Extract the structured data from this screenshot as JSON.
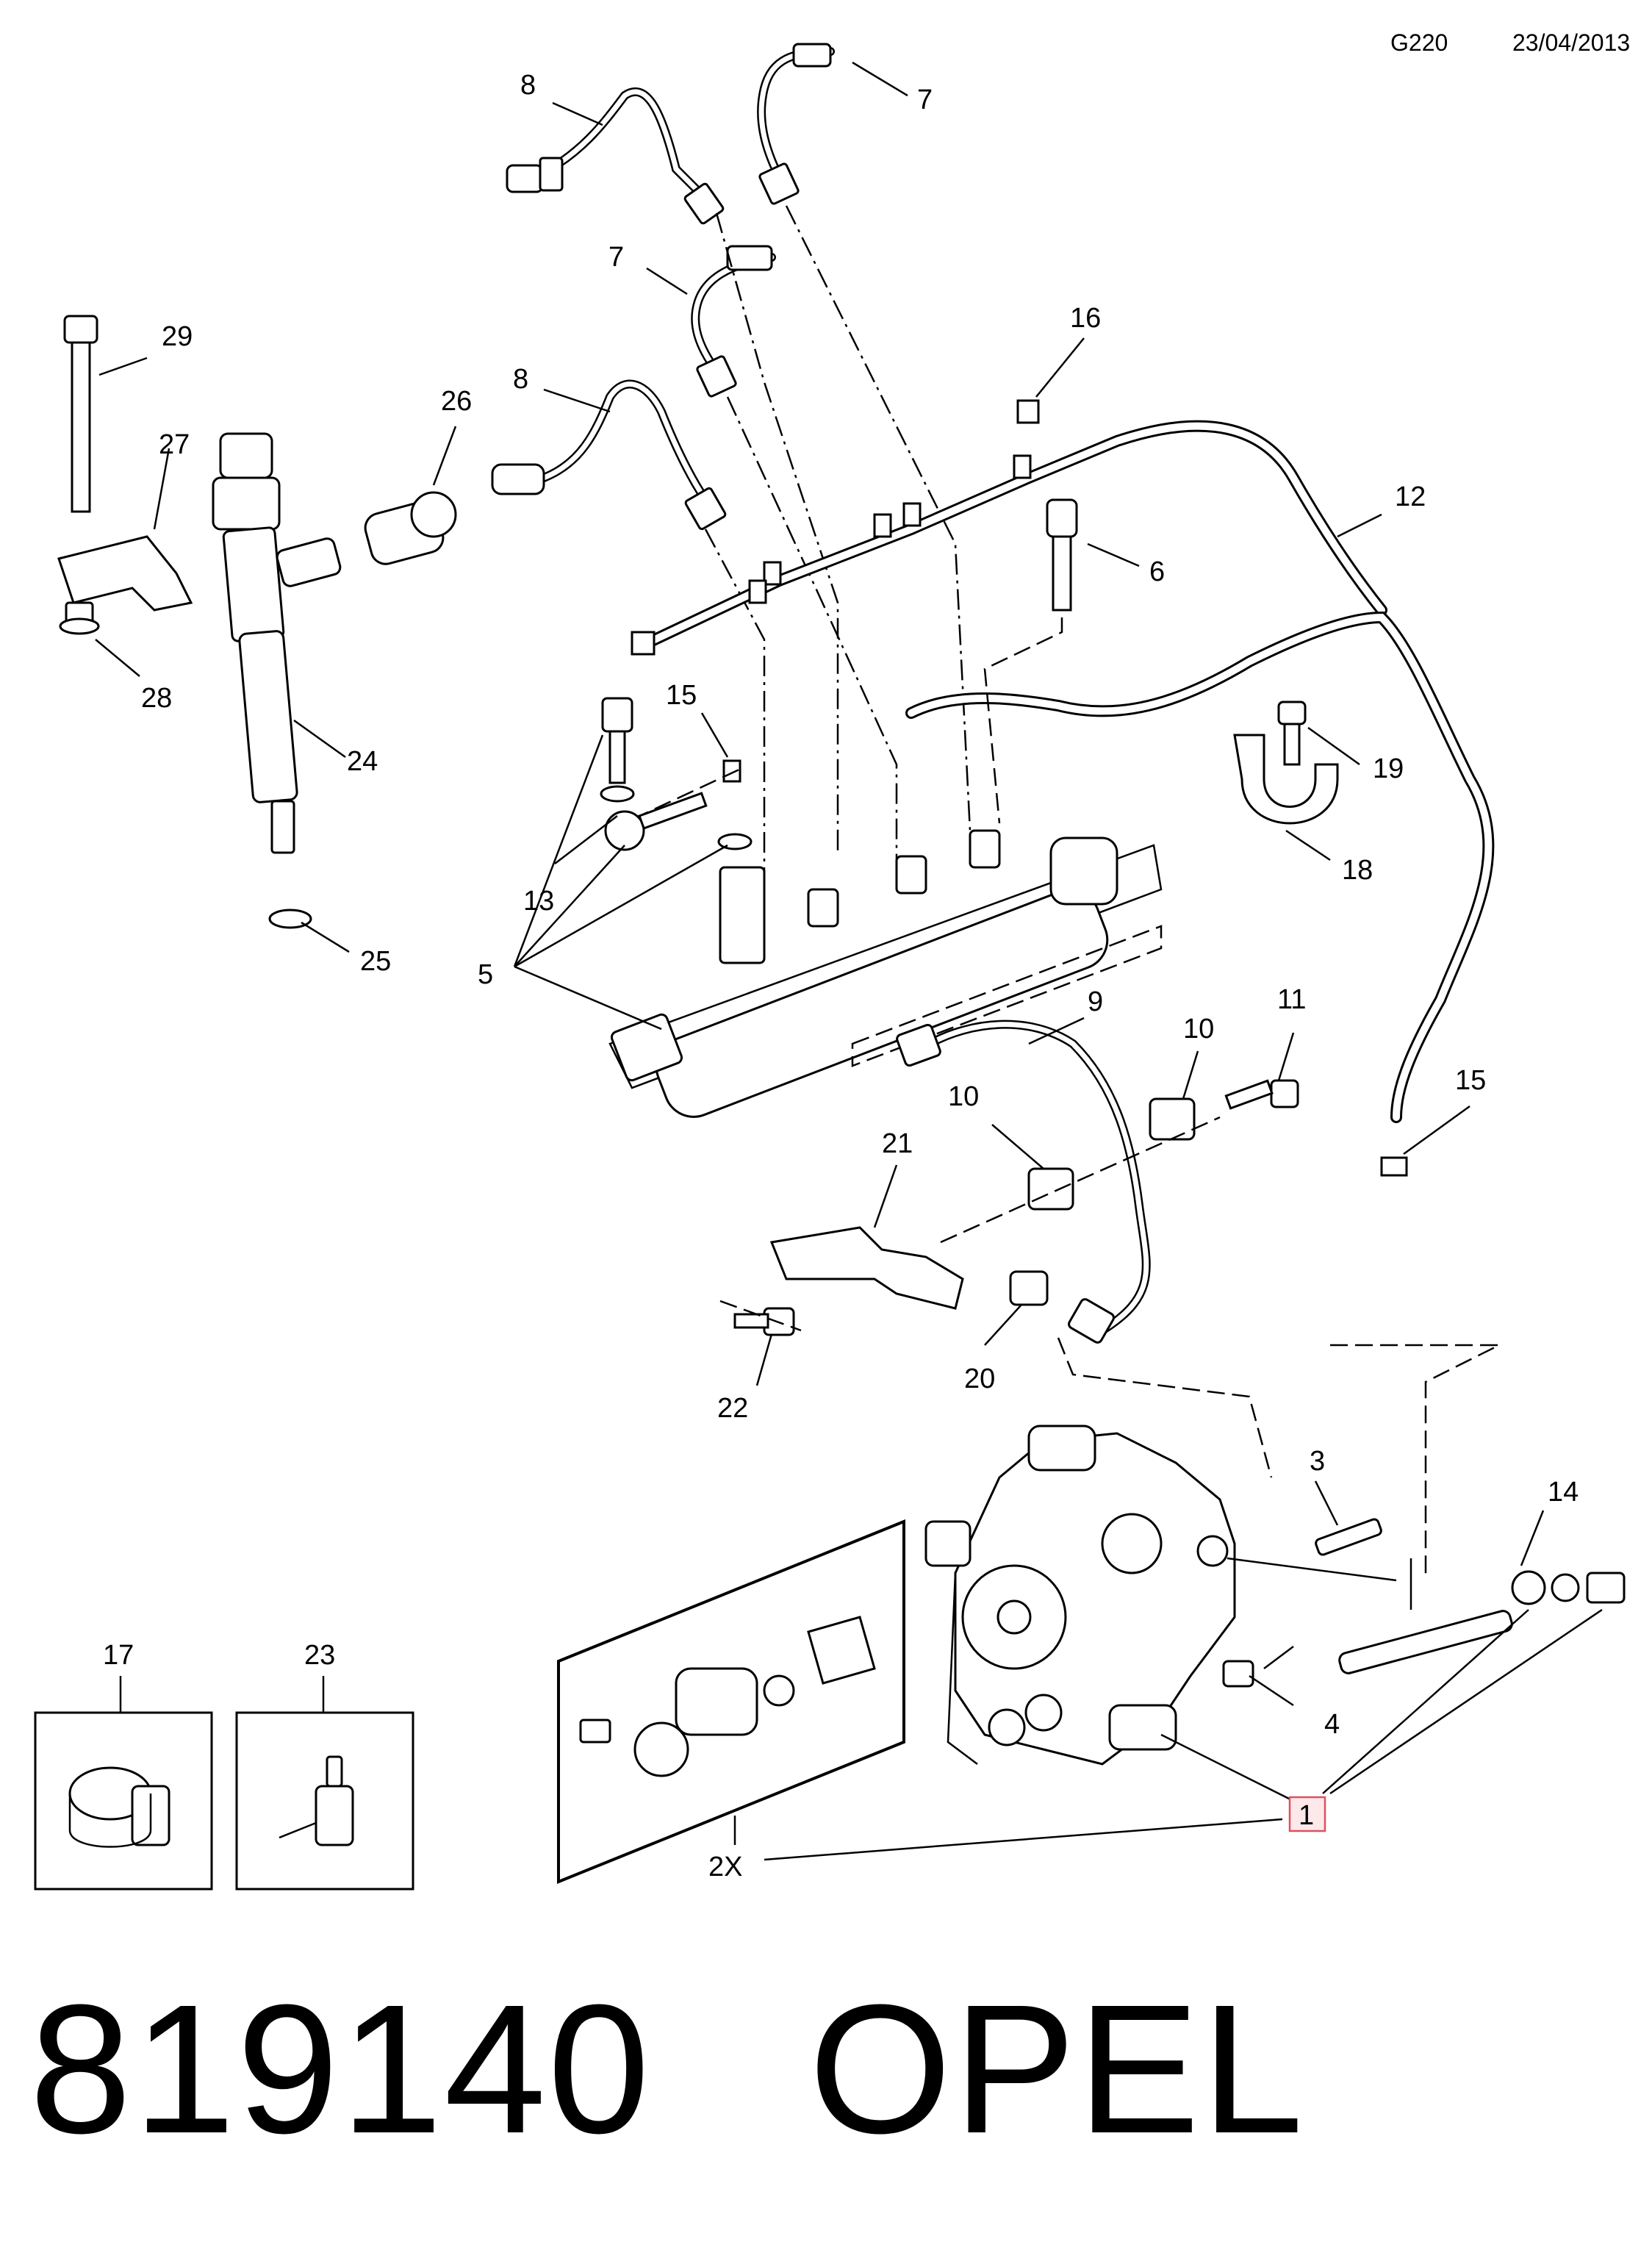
{
  "header": {
    "code": "G220",
    "date": "23/04/2013"
  },
  "title": {
    "part_number": "819140",
    "brand": "OPEL"
  },
  "callouts": [
    {
      "id": "c8a",
      "label": "8"
    },
    {
      "id": "c7a",
      "label": "7"
    },
    {
      "id": "c7b",
      "label": "7"
    },
    {
      "id": "c29",
      "label": "29"
    },
    {
      "id": "c16",
      "label": "16"
    },
    {
      "id": "c8b",
      "label": "8"
    },
    {
      "id": "c26",
      "label": "26"
    },
    {
      "id": "c27",
      "label": "27"
    },
    {
      "id": "c12",
      "label": "12"
    },
    {
      "id": "c6",
      "label": "6"
    },
    {
      "id": "c28",
      "label": "28"
    },
    {
      "id": "c15a",
      "label": "15"
    },
    {
      "id": "c24",
      "label": "24"
    },
    {
      "id": "c19",
      "label": "19"
    },
    {
      "id": "c18",
      "label": "18"
    },
    {
      "id": "c13",
      "label": "13"
    },
    {
      "id": "c25",
      "label": "25"
    },
    {
      "id": "c5",
      "label": "5"
    },
    {
      "id": "c9",
      "label": "9"
    },
    {
      "id": "c11",
      "label": "11"
    },
    {
      "id": "c10a",
      "label": "10"
    },
    {
      "id": "c10b",
      "label": "10"
    },
    {
      "id": "c15b",
      "label": "15"
    },
    {
      "id": "c21",
      "label": "21"
    },
    {
      "id": "c22",
      "label": "22"
    },
    {
      "id": "c20",
      "label": "20"
    },
    {
      "id": "c3",
      "label": "3"
    },
    {
      "id": "c14",
      "label": "14"
    },
    {
      "id": "c17",
      "label": "17"
    },
    {
      "id": "c23",
      "label": "23"
    },
    {
      "id": "c4",
      "label": "4"
    },
    {
      "id": "c1",
      "label": "1"
    },
    {
      "id": "c2x",
      "label": "2X"
    }
  ],
  "colors": {
    "highlight_border": "#e05060",
    "highlight_fill": "#fde8ea",
    "ink": "#000000"
  }
}
